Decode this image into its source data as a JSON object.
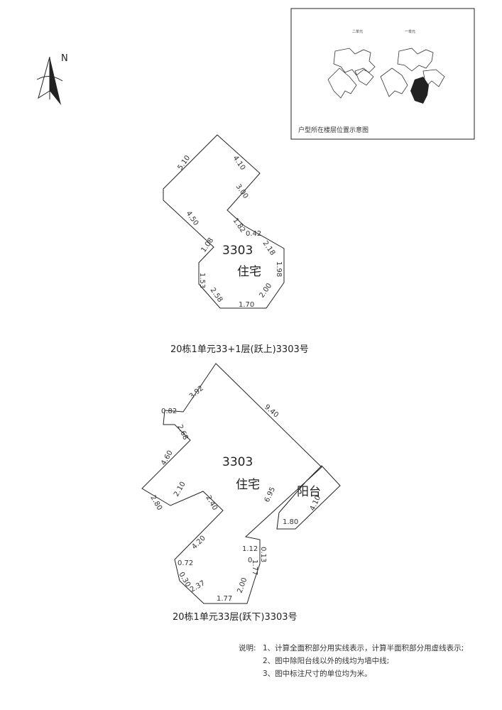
{
  "compass": {
    "north_label": "N"
  },
  "location_diagram": {
    "caption": "户型所在楼层位置示意图",
    "building_labels": [
      "二单元",
      "一单元"
    ]
  },
  "upper_floor": {
    "unit_number": "3303",
    "room_label": "住宅",
    "caption": "20栋1单元33+1层(跃上)3303号",
    "dimensions": [
      "5.10",
      "4.10",
      "3.00",
      "4.50",
      "1.82",
      "0.42",
      "2.18",
      "1.08",
      "1.53",
      "1.98",
      "2.58",
      "1.70",
      "2.00"
    ]
  },
  "lower_floor": {
    "unit_number": "3303",
    "room_label": "住宅",
    "balcony_label": "阳台",
    "caption": "20栋1单元33层(跃下)3303号",
    "dimensions": [
      "3.92",
      "9.40",
      "0.82",
      "2.68",
      "4.60",
      "2.80",
      "2.10",
      "2.40",
      "6.95",
      "4.10",
      "1.80",
      "4.20",
      "1.12",
      "0.13",
      "0",
      "1.77",
      "0.72",
      "0.30",
      "2.37",
      "1.77",
      "2.00"
    ]
  },
  "notes": {
    "title": "说明:",
    "items": [
      "1、计算全面积部分用实线表示，计算半面积部分用虚线表示;",
      "2、图中除阳台线以外的线均为墙中线;",
      "3、图中标注尺寸的单位均为米。"
    ]
  }
}
